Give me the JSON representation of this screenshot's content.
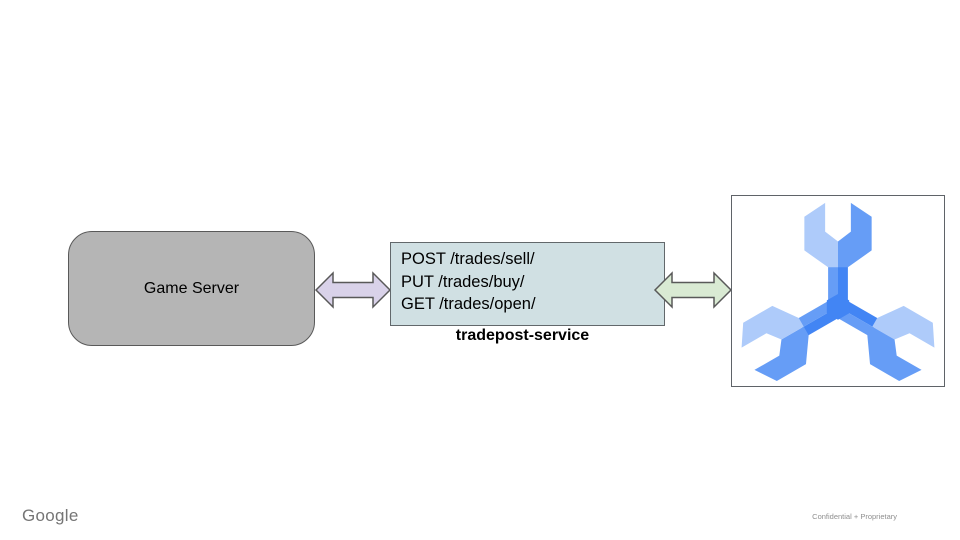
{
  "slide": {
    "background": "#ffffff",
    "footer": {
      "brand": "Google",
      "brand_color": "#757575",
      "confidential": "Confidential + Proprietary",
      "confidential_color": "#8f8f8f"
    }
  },
  "diagram": {
    "nodes": {
      "game_server": {
        "label": "Game Server",
        "fill": "#b5b5b5",
        "border": "#595959",
        "shape": "rounded-rectangle"
      },
      "tradepost_service": {
        "endpoints": [
          "POST /trades/sell/",
          "PUT /trades/buy/",
          "GET /trades/open/"
        ],
        "caption": "tradepost-service",
        "fill": "#d0e0e3",
        "border": "#62686b",
        "shape": "rectangle"
      },
      "spanner": {
        "icon": "cloud-spanner-logo",
        "colors": {
          "light": "#aecbfa",
          "medium": "#669df6",
          "dark": "#4285f4"
        },
        "frame_border": "#5f6368",
        "frame_fill": "#ffffff"
      }
    },
    "connections": [
      {
        "from": "game_server",
        "to": "tradepost_service",
        "type": "double-arrow",
        "fill": "#d9d2e9",
        "stroke": "#595959"
      },
      {
        "from": "tradepost_service",
        "to": "spanner",
        "type": "double-arrow",
        "fill": "#d9ead3",
        "stroke": "#595959"
      }
    ]
  }
}
